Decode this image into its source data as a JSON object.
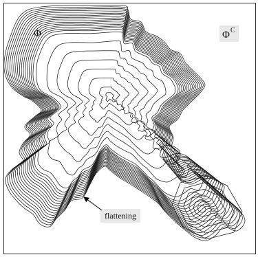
{
  "labels": {
    "phi": "Φ",
    "phi_complement_base": "Φ",
    "phi_complement_sup": "C",
    "annotation": "flattening"
  },
  "colors": {
    "contour": "#1a1a1a",
    "frame": "#000000",
    "label_background": "#e8e8e8",
    "background": "#ffffff"
  }
}
